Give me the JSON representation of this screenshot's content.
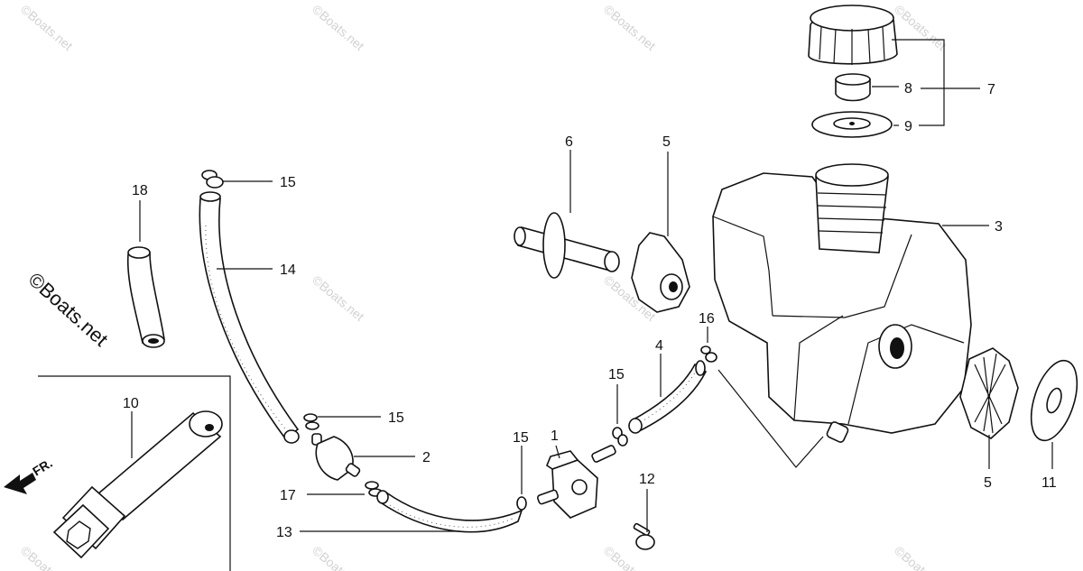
{
  "brand": "©Boats.net",
  "watermark": "©Boats.net",
  "front_mark": "FR.",
  "callouts": {
    "c1": "1",
    "c2": "2",
    "c3": "3",
    "c4": "4",
    "c5a": "5",
    "c5b": "5",
    "c6": "6",
    "c7": "7",
    "c8": "8",
    "c9": "9",
    "c10": "10",
    "c11": "11",
    "c12": "12",
    "c13": "13",
    "c14": "14",
    "c15a": "15",
    "c15b": "15",
    "c15c": "15",
    "c15d": "15",
    "c16": "16",
    "c17": "17",
    "c18": "18"
  }
}
